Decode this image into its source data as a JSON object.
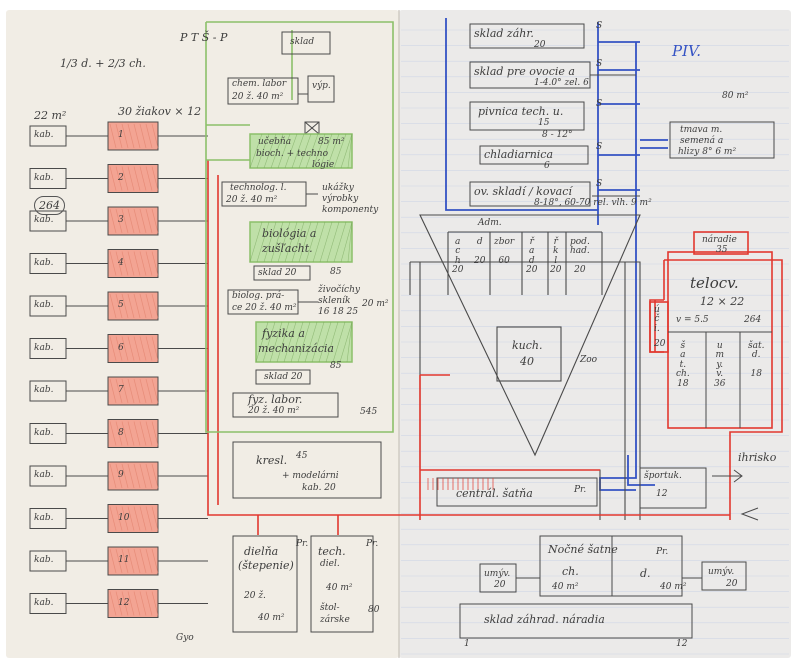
{
  "colors": {
    "paper_left": "#f1ede5",
    "paper_right": "#ebeae9",
    "pencil": "#4a4a4a",
    "red": "#e2382f",
    "green": "#8cc06a",
    "blue": "#3553c4",
    "pink_fill": "#f3a493",
    "green_fill": "#bfe0a8",
    "rule_line": "#cfd6e6"
  },
  "left_page": {
    "header_top": "P T Š - P",
    "ratio_note": "1/3 d. + 2/3 ch.",
    "area_note": "22 m²",
    "class_note": "30 žiakov × 12",
    "circled": "264",
    "offices": [
      "kab.",
      "kab.",
      "kab.",
      "kab.",
      "kab.",
      "kab.",
      "kab.",
      "kab.",
      "kab.",
      "kab.",
      "kab.",
      "kab."
    ],
    "classrooms": [
      "1",
      "2",
      "3",
      "4",
      "5",
      "6",
      "7",
      "8",
      "9",
      "10",
      "11",
      "12"
    ],
    "rooms": {
      "sklad_top": "sklad",
      "chem_labor": "chem. labor",
      "chem_sub": "20 ž.   40 m²",
      "vyp": "výp.",
      "ucebna_bio": "učebňa",
      "ucebna_bio_sub": "bioch. + techno",
      "ucebna_bio_area": "85 m²",
      "ucebna_bio_tail": "lógie",
      "technolog": "technolog. l.",
      "technolog_sub": "20 ž.   40 m²",
      "ukazky": "ukážky",
      "ukazky_sub": "výrobky",
      "ukazky_sub2": "komponenty",
      "biologia": "biológia a",
      "biologia_sub": "zušľacht.",
      "sklad_20": "sklad 20",
      "sklad_20_area": "85",
      "biolog_pra": "biolog. prá-",
      "biolog_pra_sub": "ce  20 ž.  40 m²",
      "zivocichy": "živočíchy",
      "zivocichy_sub": "skleník",
      "zivocichy_sub2": "16   18  25",
      "zivocichy_area": "20 m²",
      "fyzika": "fyzika a",
      "fyzika_sub": "mechanizácia",
      "fyzika_area": "85",
      "sklad_bottom": "sklad 20",
      "fyz_labor": "fyz. labor.",
      "fyz_labor_sub": "20 ž.          40 m²",
      "left_total": "545",
      "kresl": "kresl. ",
      "kresl_sup": "45",
      "kresl_sub": "+ modelárni",
      "kresl_sub2": "kab. 20",
      "dielna": "dielňa",
      "dielna_sub": "(štepenie)",
      "dielna_pr": "Pr.",
      "dielna_val": "20 ž.",
      "dielna_area": "40 m²",
      "tech": "tech.",
      "tech_sub": "diel.",
      "tech_pr": "Pr.",
      "tech_area": "40 m²",
      "tech_sub2": "štol-",
      "tech_sub3": "zárske",
      "tech_num": "80",
      "signature": "Gyo"
    }
  },
  "right_page": {
    "title": "PIV.",
    "area_note": "80 m²",
    "top_list": [
      {
        "label": "sklad záhr.",
        "sub": "20",
        "mark": "S"
      },
      {
        "label": "sklad pre ovocie a",
        "sub": "1-4.0°  zel.  6",
        "mark": "S"
      },
      {
        "label": "pivnica tech. u.",
        "sub": "15",
        "sub2": "8 - 12°",
        "mark": "S"
      },
      {
        "label": "chladiarnica",
        "sub": "6",
        "mark": "S"
      },
      {
        "label": "ov. skladí / kovací",
        "sub": "8-18°, 60-70 rel. vlh.  9 m²",
        "mark": "S"
      }
    ],
    "side_box": "tmava m.",
    "side_box_sub": "semená a",
    "side_box_sub2": "hlizy 8°   6 m²",
    "aula": "Adm.",
    "aula_cols": [
      "a\nc\nh\n20",
      "d\n\n20",
      "zbor\n\n60",
      "ř\na\nd\n20",
      "ř\nk\nl\n20",
      "pod.\nhad.\n\n20"
    ],
    "kuch": "kuch.",
    "kuch_val": "40",
    "zoo": "Zoo",
    "gym": "telocv.",
    "gym_sub": "12 × 22",
    "gym_v": "v = 5.5",
    "gym_num": "264",
    "naradie": "náradie",
    "naradie_val": "35",
    "gym_cols": [
      "š\na\nt.\nch.\n18",
      "u\nm\ny.\nv.\n36",
      "šat.\nd.\n\n18"
    ],
    "side_small": "ú\nč\ni.",
    "side_small_val": "20",
    "sportuk": "športuk.",
    "sportuk_val": "12",
    "ihrisko": "ihrisko",
    "central": "centrál. šatňa",
    "central_pr": "Pr.",
    "nocne": "Nočné šatne",
    "nocne_pr": "Pr.",
    "nocne_ch": "ch.",
    "nocne_d": "d.",
    "nocne_ch_area": "40 m²",
    "nocne_d_area": "40 m²",
    "umyv_l": "umýv.",
    "umyv_l_val": "20",
    "umyv_r": "umýv.",
    "umyv_r_val": "20",
    "sklad_naradia": "sklad záhrad. náradia",
    "sklad_naradia_left": "1",
    "sklad_naradia_right": "12"
  }
}
